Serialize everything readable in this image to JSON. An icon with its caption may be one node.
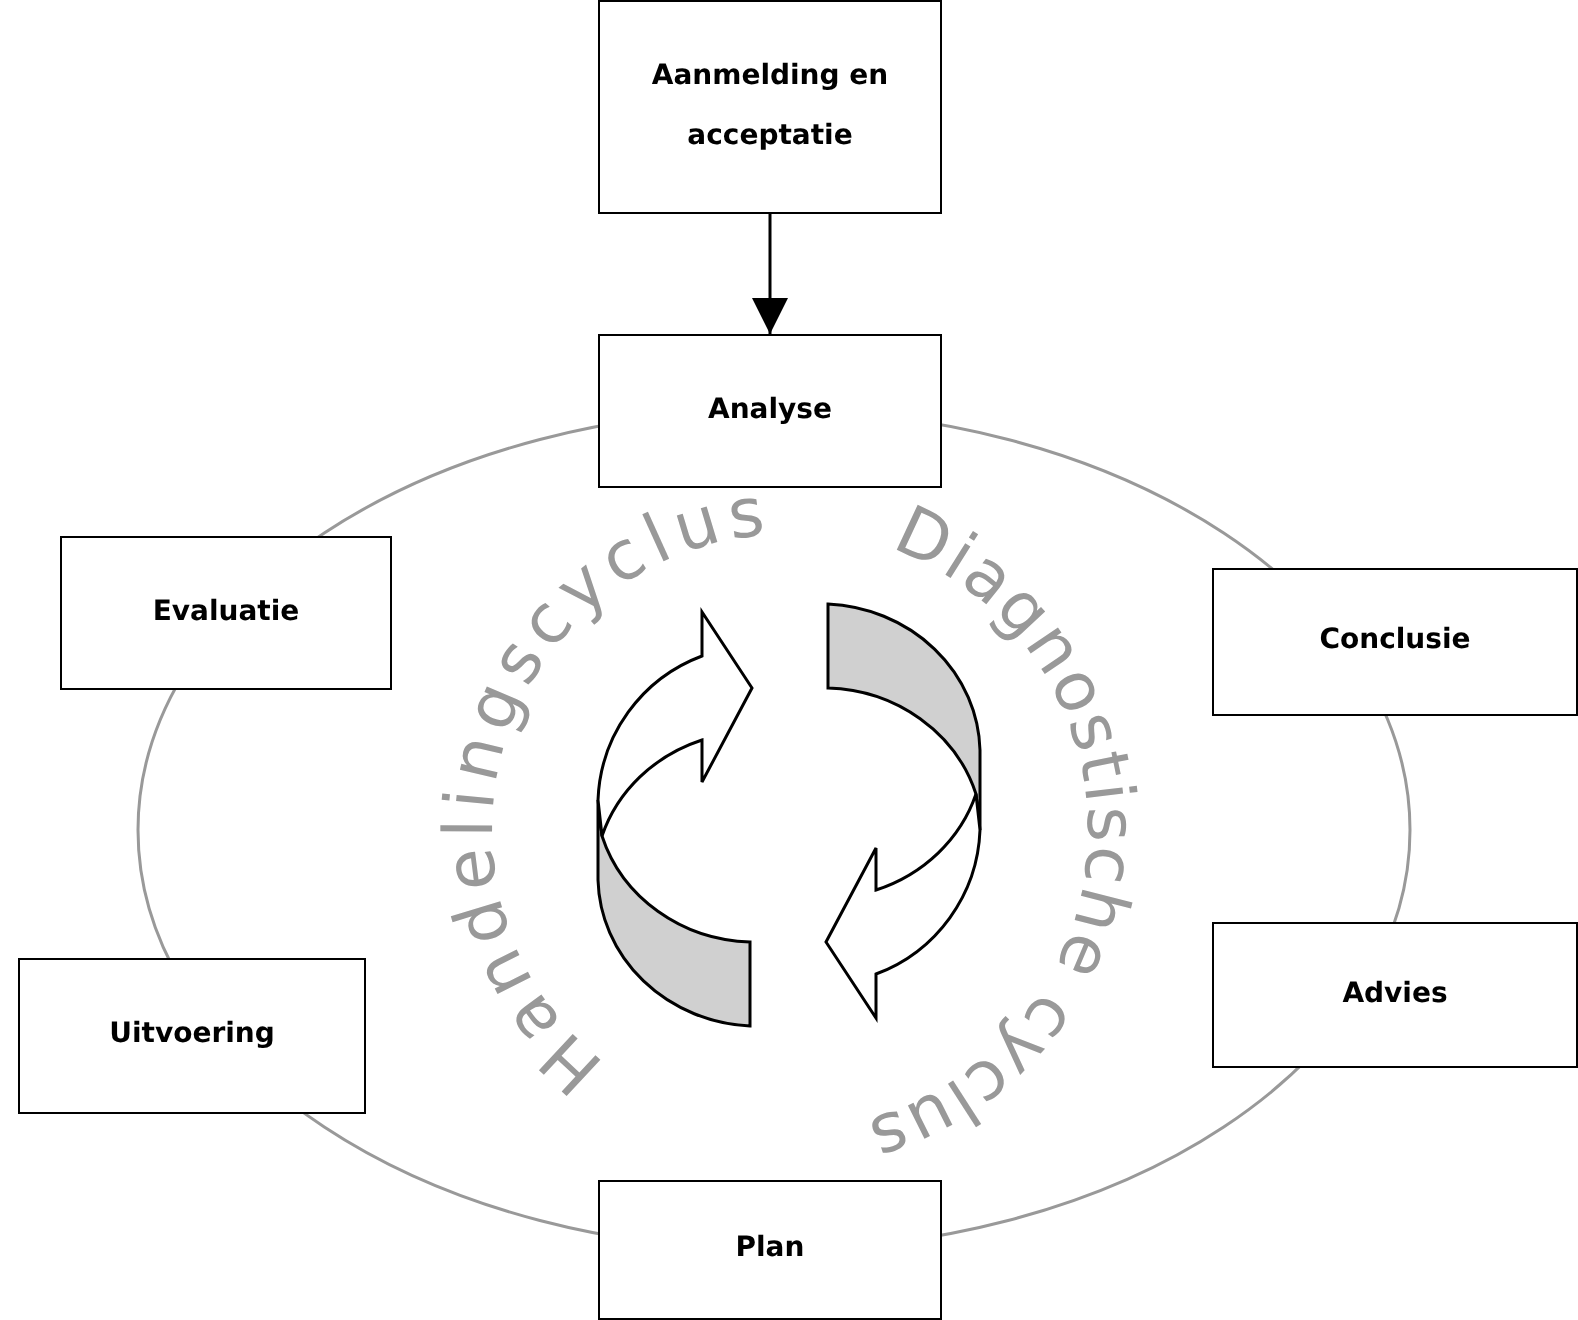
{
  "diagram": {
    "nodes": [
      {
        "text": [
          "Aanmelding en acceptatie"
        ]
      },
      {
        "text": [
          "Analyse"
        ]
      },
      {
        "text": [
          "Evaluatie"
        ]
      },
      {
        "text": [
          "Conclusie"
        ]
      },
      {
        "text": [
          "Advies"
        ]
      },
      {
        "text": [
          "Uitvoering"
        ]
      },
      {
        "text": [
          "Plan"
        ]
      }
    ],
    "edges": [
      {
        "from": 0,
        "to": 1,
        "arrow": "to"
      }
    ],
    "labels": [
      "Handelingscyclus",
      "Diagnostische cyclus"
    ]
  }
}
